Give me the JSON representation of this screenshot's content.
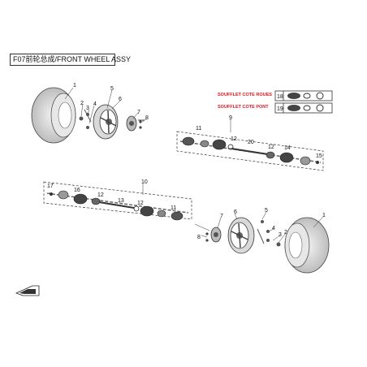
{
  "title": "F07前轮总成/FRONT WHEEL ASSY",
  "callouts": {
    "wheel_side": "SOUFFLET COTE ROUES",
    "bridge_side": "SOUFFLET COTE PONT"
  },
  "legend_refs": {
    "top": "18",
    "bottom": "19"
  },
  "part_numbers": {
    "tire_top": "1",
    "rim_top_a": "2",
    "rim_top_b": "3",
    "rim_top_c": "4",
    "bolt_top": "5",
    "wheel_top": "6",
    "hub_top": "7",
    "nut_top": "8",
    "axle_top": "9",
    "joint_top": "11",
    "boot_top": "12",
    "shaft_top": "20",
    "boot2_top": "12",
    "clamp_top": "14",
    "end_top": "15",
    "axle_bottom": "10",
    "end_bottom": "17",
    "boot_bottom": "16",
    "clamp_bottom": "12",
    "shaft_bottom": "13",
    "boot2_bottom": "12",
    "joint_bottom": "11",
    "hub_bottom": "7",
    "nut_bottom": "8",
    "wheel_bottom": "6",
    "bolt_bottom": "5",
    "rim_bottom_a": "4",
    "rim_bottom_b": "3",
    "rim_bottom_c": "2",
    "tire_bottom": "1"
  }
}
